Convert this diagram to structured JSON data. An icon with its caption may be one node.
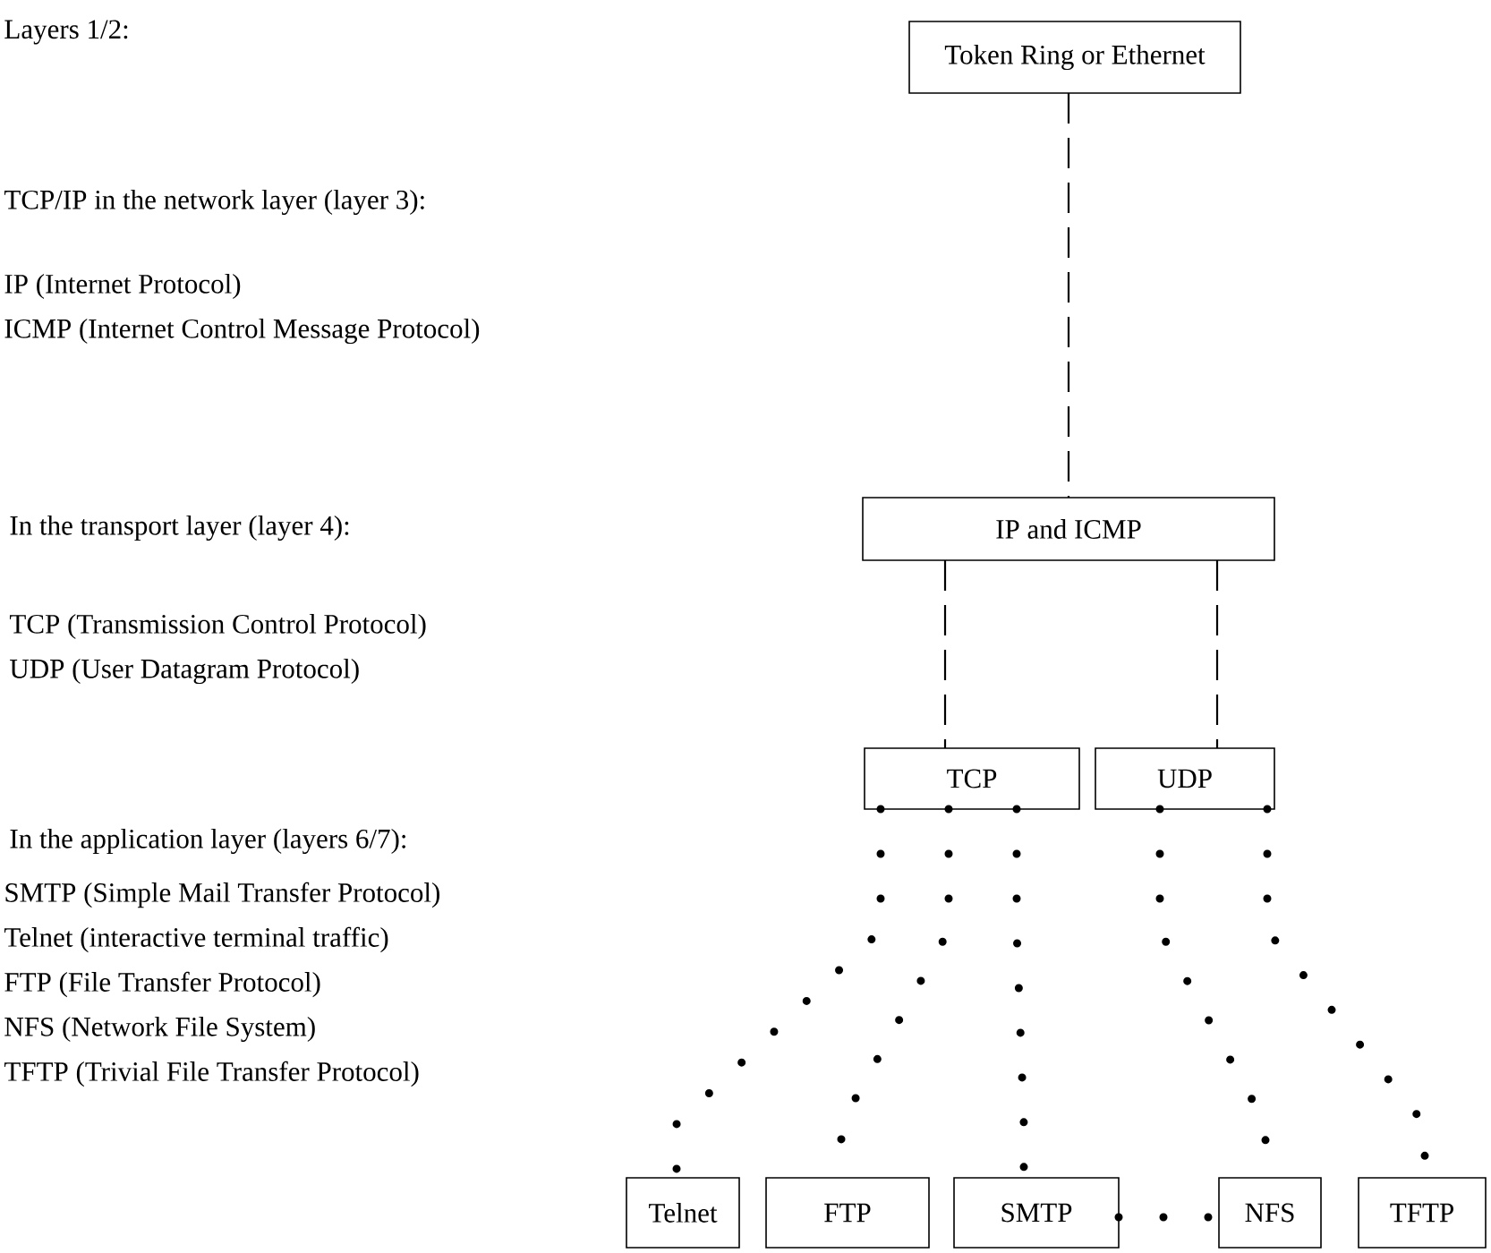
{
  "diagram": {
    "nodes": [
      {
        "text": [
          "Token Ring or Ethernet"
        ]
      },
      {
        "text": [
          "IP and ICMP"
        ]
      },
      {
        "text": [
          "TCP"
        ]
      },
      {
        "text": [
          "UDP"
        ]
      },
      {
        "text": [
          "Telnet"
        ]
      },
      {
        "text": [
          "FTP"
        ]
      },
      {
        "text": [
          "SMTP"
        ]
      },
      {
        "text": [
          "NFS"
        ]
      },
      {
        "text": [
          "TFTP"
        ]
      }
    ],
    "edges": [
      {
        "from": 0,
        "to": 1,
        "arrow": "none",
        "style": "dashed"
      },
      {
        "from": 1,
        "to": 2,
        "arrow": "none",
        "style": "dashed"
      },
      {
        "from": 1,
        "to": 3,
        "arrow": "none",
        "style": "dashed"
      },
      {
        "from": 2,
        "to": 4,
        "arrow": "none"
      },
      {
        "from": 2,
        "to": 5,
        "arrow": "none"
      },
      {
        "from": 2,
        "to": 6,
        "arrow": "none"
      },
      {
        "from": 3,
        "to": 7,
        "arrow": "none"
      },
      {
        "from": 3,
        "to": 8,
        "arrow": "none"
      },
      {
        "from": 6,
        "to": 7,
        "arrow": "none"
      }
    ],
    "labels": [
      "Layers 1/2:",
      "TCP/IP in the network layer (layer 3):",
      "IP (Internet Protocol)",
      "ICMP (Internet Control Message Protocol)",
      "In the transport layer (layer 4):",
      "TCP (Transmission Control Protocol)",
      "UDP (User Datagram Protocol)",
      "In the application layer (layers 6/7):",
      "SMTP (Simple Mail Transfer Protocol)",
      "Telnet (interactive terminal traffic)",
      "FTP (File Transfer Protocol)",
      "NFS (Network File System)",
      "TFTP (Trivial File Transfer Protocol)"
    ]
  }
}
